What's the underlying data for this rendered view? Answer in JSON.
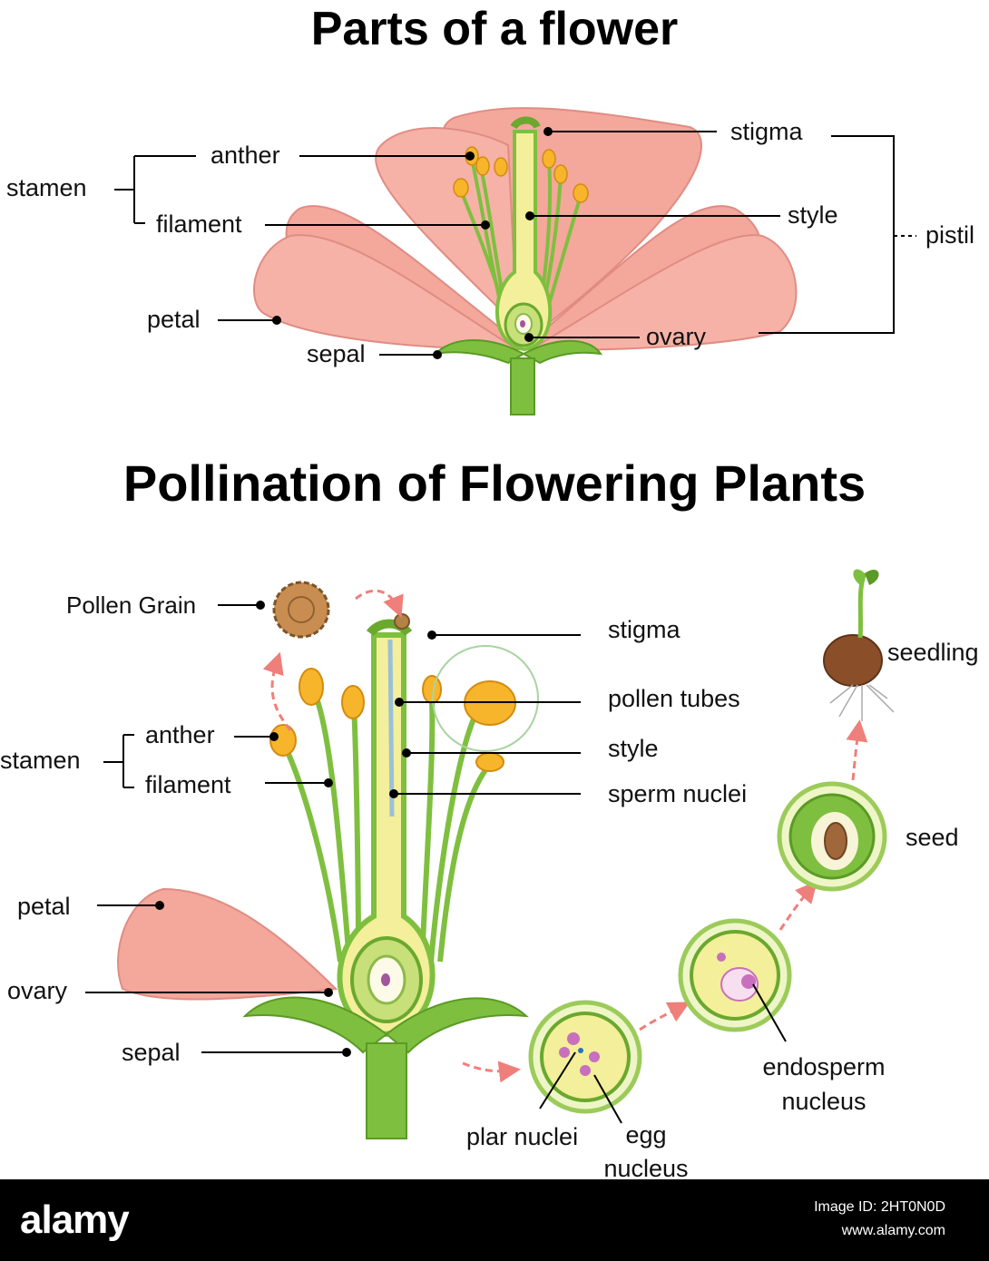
{
  "titles": {
    "top": "Parts of a flower",
    "bottom": "Pollination of Flowering Plants"
  },
  "top_labels": {
    "stamen": "stamen",
    "anther": "anther",
    "filament": "filament",
    "petal": "petal",
    "sepal": "sepal",
    "stigma": "stigma",
    "style": "style",
    "pistil": "pistil",
    "ovary": "ovary"
  },
  "bottom_labels": {
    "pollen_grain": "Pollen Grain",
    "stamen": "stamen",
    "anther": "anther",
    "filament": "filament",
    "petal": "petal",
    "ovary": "ovary",
    "sepal": "sepal",
    "stigma": "stigma",
    "pollen_tubes": "pollen tubes",
    "style": "style",
    "sperm_nuclei": "sperm nuclei",
    "seedling": "seedling",
    "seed": "seed",
    "endosperm_line1": "endosperm",
    "endosperm_line2": "nucleus",
    "plar_nuclei": "plar nuclei",
    "egg_line1": "egg",
    "egg_line2": "nucleus"
  },
  "footer": {
    "brand": "alamy",
    "image_id": "Image ID: 2HT0N0D",
    "url": "www.alamy.com"
  },
  "colors": {
    "petal": "#f4a79b",
    "petal_dark": "#e58a80",
    "stem": "#7fbf3f",
    "ovary_yellow": "#f3ef9a",
    "anther": "#f7b52c",
    "arrow": "#ef7f7a"
  }
}
